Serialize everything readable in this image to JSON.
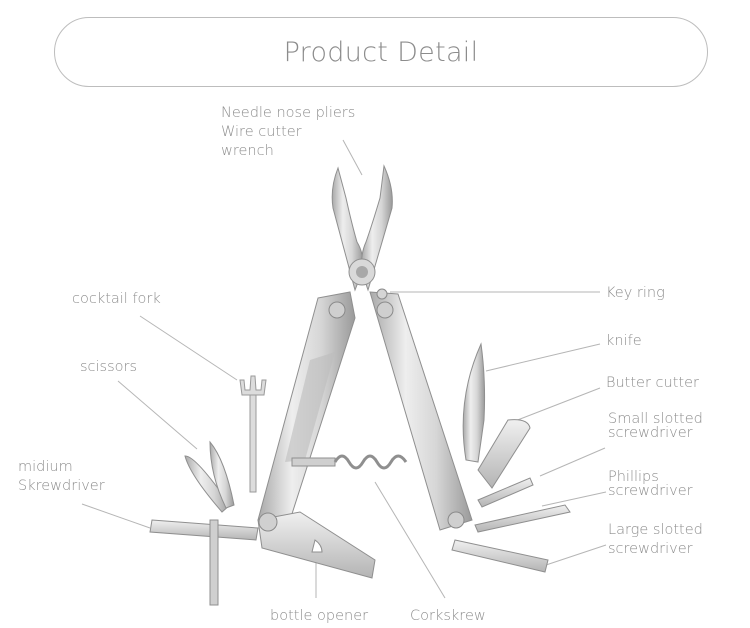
{
  "header": {
    "title": "Product Detail"
  },
  "labels": {
    "pliers": [
      "Needle nose pliers",
      "Wire cutter",
      "wrench"
    ],
    "cocktail_fork": "cocktail fork",
    "scissors": "scissors",
    "medium_screwdriver": [
      "midium",
      "Skrewdriver"
    ],
    "key_ring": "Key ring",
    "knife": "knife",
    "butter_cutter": "Butter cutter",
    "small_slotted": [
      "Small slotted",
      "screwdriver"
    ],
    "phillips": [
      "Phillips",
      "screwdriver"
    ],
    "large_slotted": [
      "Large slotted",
      "screwdriver"
    ],
    "bottle_opener": "bottle opener",
    "corkscrew": "Corkskrew"
  },
  "colors": {
    "steel_light": "#e6e6e6",
    "steel_mid": "#c4c4c4",
    "steel_dark": "#8f8f8f",
    "leader_line": "#b5b5b5",
    "text": "#8e8e8e"
  }
}
